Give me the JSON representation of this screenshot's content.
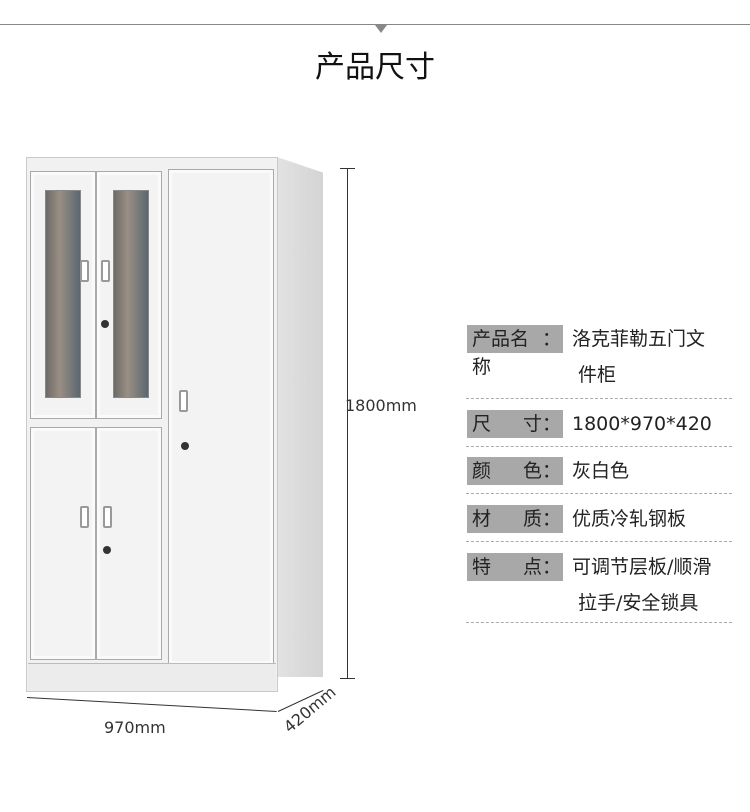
{
  "header": {
    "title": "产品尺寸"
  },
  "dimensions": {
    "height": "1800mm",
    "width": "970mm",
    "depth": "420mm"
  },
  "specs": [
    {
      "label_a": "产品名称",
      "label_b": "",
      "value": "洛克菲勒五门文",
      "value2": "件柜"
    },
    {
      "label_a": "尺",
      "label_b": "寸",
      "value": "1800*970*420",
      "value2": ""
    },
    {
      "label_a": "颜",
      "label_b": "色",
      "value": "灰白色",
      "value2": ""
    },
    {
      "label_a": "材",
      "label_b": "质",
      "value": "优质冷轧钢板",
      "value2": ""
    },
    {
      "label_a": "特",
      "label_b": "点",
      "value": "可调节层板/顺滑",
      "value2": "拉手/安全锁具"
    }
  ],
  "colon": "："
}
